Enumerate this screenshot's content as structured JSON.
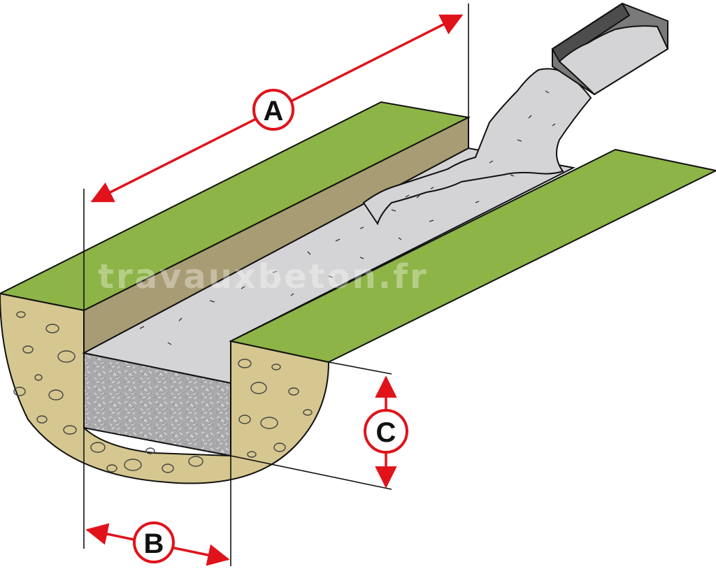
{
  "diagram": {
    "labels": {
      "a": "A",
      "b": "B",
      "c": "C"
    },
    "watermark": "travauxbeton.fr"
  },
  "colors": {
    "grass": "#8db446",
    "soil": "#d5c78f",
    "trench_wall": "#a89c74",
    "concrete": "#d4d4d6",
    "concrete_dark": "#a9a9ab",
    "chute": "#7a7a7a",
    "dimension": "#e0131b",
    "outline": "#111111"
  },
  "icons": [
    "arrow-icon"
  ]
}
